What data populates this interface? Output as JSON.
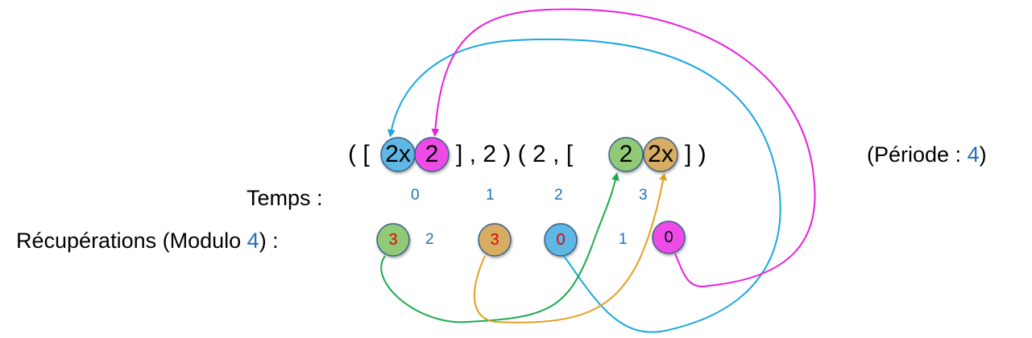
{
  "sequence": {
    "open_paren_bracket": "( [",
    "item_1": "2x",
    "item_2": "2",
    "close_bracket_two": "] , 2 ) ( 2 , [",
    "item_3": "2",
    "item_4": "2x",
    "close_end": "] )"
  },
  "period": {
    "prefix": "(Période : ",
    "value": "4",
    "suffix": ")"
  },
  "time_row": {
    "label": "Temps :",
    "ticks": [
      "0",
      "1",
      "2",
      "3"
    ]
  },
  "recovery_row": {
    "label_prefix": "Récupérations (Modulo ",
    "modulo_value": "4",
    "label_suffix": ") :",
    "items": [
      {
        "value": "3",
        "circled": true,
        "color": "#90c978",
        "text_color": "#e00000"
      },
      {
        "value": "2",
        "circled": false
      },
      {
        "value": "3",
        "circled": true,
        "color": "#d7ac63",
        "text_color": "#e00000"
      },
      {
        "value": "0",
        "circled": true,
        "color": "#5eb7e3",
        "text_color": "#e00000"
      },
      {
        "value": "1",
        "circled": false
      },
      {
        "value": "0",
        "circled": true,
        "color": "#ee4be6",
        "text_color": "#000000"
      }
    ]
  },
  "colors": {
    "blue": "#5eb7e3",
    "magenta": "#ee4be6",
    "green": "#90c978",
    "gold": "#d7ac63",
    "arrow_blue": "#1aa7e0",
    "arrow_magenta": "#e81ee0",
    "arrow_green": "#1caa4a",
    "arrow_gold": "#e0a020",
    "number_blue": "#1f6fc0"
  }
}
